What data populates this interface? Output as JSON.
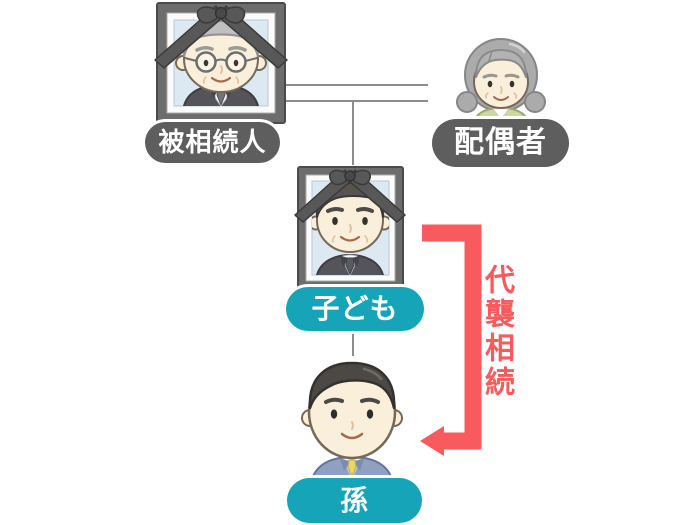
{
  "nodes": {
    "decedent": {
      "label": "被相続人",
      "deceased": true,
      "icon": "memorial-photo-elderly-man-icon"
    },
    "spouse": {
      "label": "配偶者",
      "deceased": false,
      "icon": "elderly-woman-icon"
    },
    "child": {
      "label": "子ども",
      "deceased": true,
      "icon": "memorial-photo-man-icon"
    },
    "grandchild": {
      "label": "孫",
      "deceased": false,
      "icon": "young-man-icon"
    }
  },
  "annotation": {
    "label": "代襲相続"
  },
  "colors": {
    "accent_teal": "#16a5b8",
    "label_gray": "#5e5e5e",
    "arrow_red": "#f95a5e",
    "line_gray": "#8d8d8d",
    "photo_background": "#dde9f2"
  }
}
